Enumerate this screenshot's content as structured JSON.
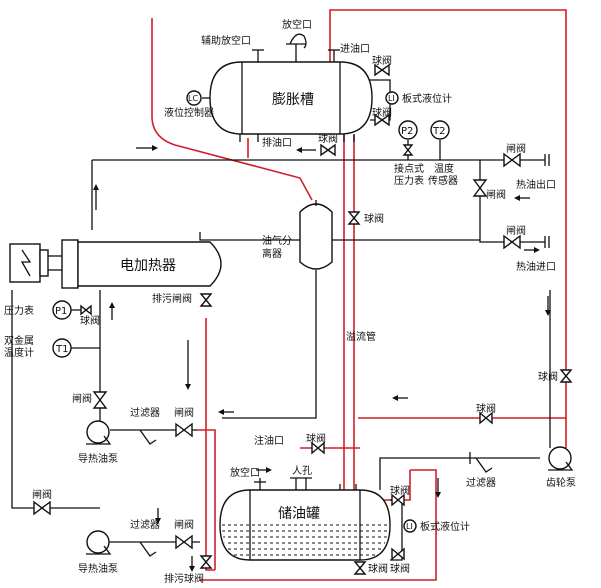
{
  "colors": {
    "line": "#111111",
    "red_line": "#d21f26",
    "background": "#ffffff"
  },
  "vessels": {
    "expansion_tank": "膨胀槽",
    "electric_heater": "电加热器",
    "oil_gas_separator": "油气分\n离器",
    "storage_tank": "储油罐"
  },
  "labels": {
    "aux_vent": "辅助放空口",
    "vent_top": "放空口",
    "oil_inlet": "进油口",
    "ball_valve_top": "球阀",
    "lc": "LC",
    "level_controller": "液位控制器",
    "plate_level_top": "板式液位计",
    "ball_valve_right": "球阀",
    "oil_drain": "排油口",
    "ball_valve_drain": "球阀",
    "p2": "P2",
    "t2": "T2",
    "contact_gauge": "接点式\n压力表",
    "temp_sensor": "温度\n传感器",
    "gate_valve_out": "闸阀",
    "hot_oil_out": "热油出口",
    "ball_valve_sep": "球阀",
    "gate_valve_mid": "闸阀",
    "gate_valve_in": "闸阀",
    "hot_oil_in": "热油进口",
    "pressure_gauge": "压力表",
    "p1": "P1",
    "ball_valve_p1": "球阀",
    "t1": "T1",
    "bimetal_thermo": "双金属\n温度计",
    "blowdown_gate": "排污闸阀",
    "overflow_pipe": "溢流管",
    "gate_valve_pump1": "闸阀",
    "filter1": "过滤器",
    "gate_valve_f1": "闸阀",
    "pump1": "导热油泵",
    "oil_fill": "注油口",
    "ball_valve_fill": "球阀",
    "ball_valve_gear": "球阀",
    "ball_valve_right2": "球阀",
    "filter_right": "过滤器",
    "gear_pump": "齿轮泵",
    "vent_storage": "放空口",
    "manhole": "人孔",
    "ball_valve_st1": "球阀",
    "plate_level_bottom": "板式液位计",
    "li": "LI",
    "ball_valve_st2": "球阀",
    "gate_valve_left": "闸阀",
    "filter2": "过滤器",
    "gate_valve_f2": "闸阀",
    "pump2": "导热油泵",
    "blowdown_ball": "排污球阀",
    "ball_valve_bottom": "球阀"
  }
}
